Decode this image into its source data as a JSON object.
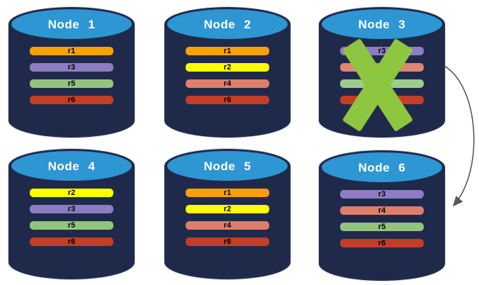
{
  "diagram": {
    "nodes": [
      {
        "label": "Node 1",
        "replicas": [
          {
            "label": "r1",
            "color": "#F8A008"
          },
          {
            "label": "r3",
            "color": "#8E7CC3"
          },
          {
            "label": "r5",
            "color": "#93C47D"
          },
          {
            "label": "r6",
            "color": "#C43D27"
          }
        ]
      },
      {
        "label": "Node 2",
        "replicas": [
          {
            "label": "r1",
            "color": "#F8A008"
          },
          {
            "label": "r2",
            "color": "#FDFF00"
          },
          {
            "label": "r4",
            "color": "#DD7E6B"
          },
          {
            "label": "r6",
            "color": "#C43D27"
          }
        ]
      },
      {
        "label": "Node 3",
        "failed": true,
        "replicas": [
          {
            "label": "r3",
            "color": "#8E7CC3"
          },
          {
            "label": "",
            "color": "#E28672"
          },
          {
            "label": "",
            "color": "#9CCD8B"
          },
          {
            "label": "",
            "color": "#C43D27"
          }
        ]
      },
      {
        "label": "Node 4",
        "replicas": [
          {
            "label": "r2",
            "color": "#FDFF00"
          },
          {
            "label": "r3",
            "color": "#8E7CC3"
          },
          {
            "label": "r5",
            "color": "#93C47D"
          },
          {
            "label": "r6",
            "color": "#C43D27"
          }
        ]
      },
      {
        "label": "Node 5",
        "replicas": [
          {
            "label": "r1",
            "color": "#F8A008"
          },
          {
            "label": "r2",
            "color": "#FDFF00"
          },
          {
            "label": "r4",
            "color": "#DD7E6B"
          },
          {
            "label": "r6",
            "color": "#C43D27"
          }
        ]
      },
      {
        "label": "Node 6",
        "replicas": [
          {
            "label": "r3",
            "color": "#8E7CC3"
          },
          {
            "label": "r4",
            "color": "#DD7E6B"
          },
          {
            "label": "r5",
            "color": "#93C47D"
          },
          {
            "label": "r6",
            "color": "#C43D27"
          }
        ]
      }
    ],
    "failure_mark": {
      "node": "Node 3",
      "color": "#8DC63F"
    },
    "arrow": {
      "from": "Node 3",
      "to": "Node 6",
      "color": "#595959"
    },
    "theme": {
      "cylinder_body": "#1F2A4B",
      "cylinder_top": "#2E96D3",
      "title_text": "#FFFFFF",
      "replica_text": "#000000",
      "background": "#FFFFFF"
    }
  }
}
